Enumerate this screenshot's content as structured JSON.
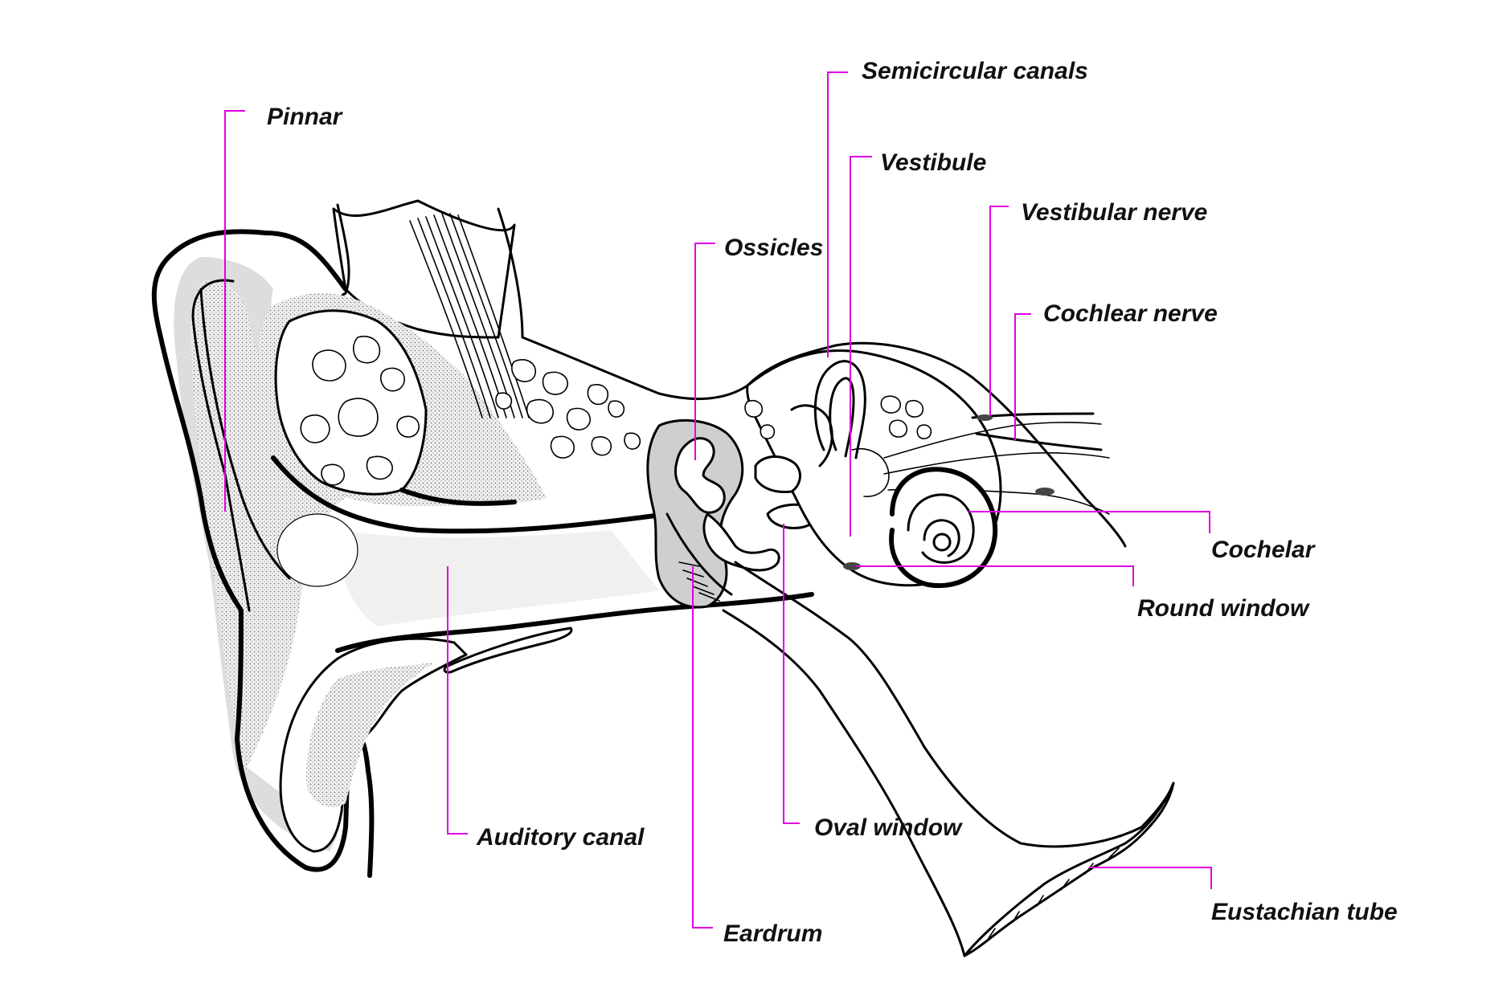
{
  "diagram": {
    "labels": {
      "pinnar": "Pinnar",
      "semicircular_canals": "Semicircular canals",
      "vestibule": "Vestibule",
      "vestibular_nerve": "Vestibular nerve",
      "ossicles": "Ossicles",
      "cochlear_nerve": "Cochlear nerve",
      "cochelar": "Cochelar",
      "round_window": "Round window",
      "oval_window": "Oval window",
      "auditory_canal": "Auditory canal",
      "eardrum": "Eardrum",
      "eustachian_tube": "Eustachian tube"
    },
    "colors": {
      "leader_line": "#e000e0",
      "label_text": "#111111",
      "outline": "#000000",
      "shade": "#dddddd"
    }
  }
}
